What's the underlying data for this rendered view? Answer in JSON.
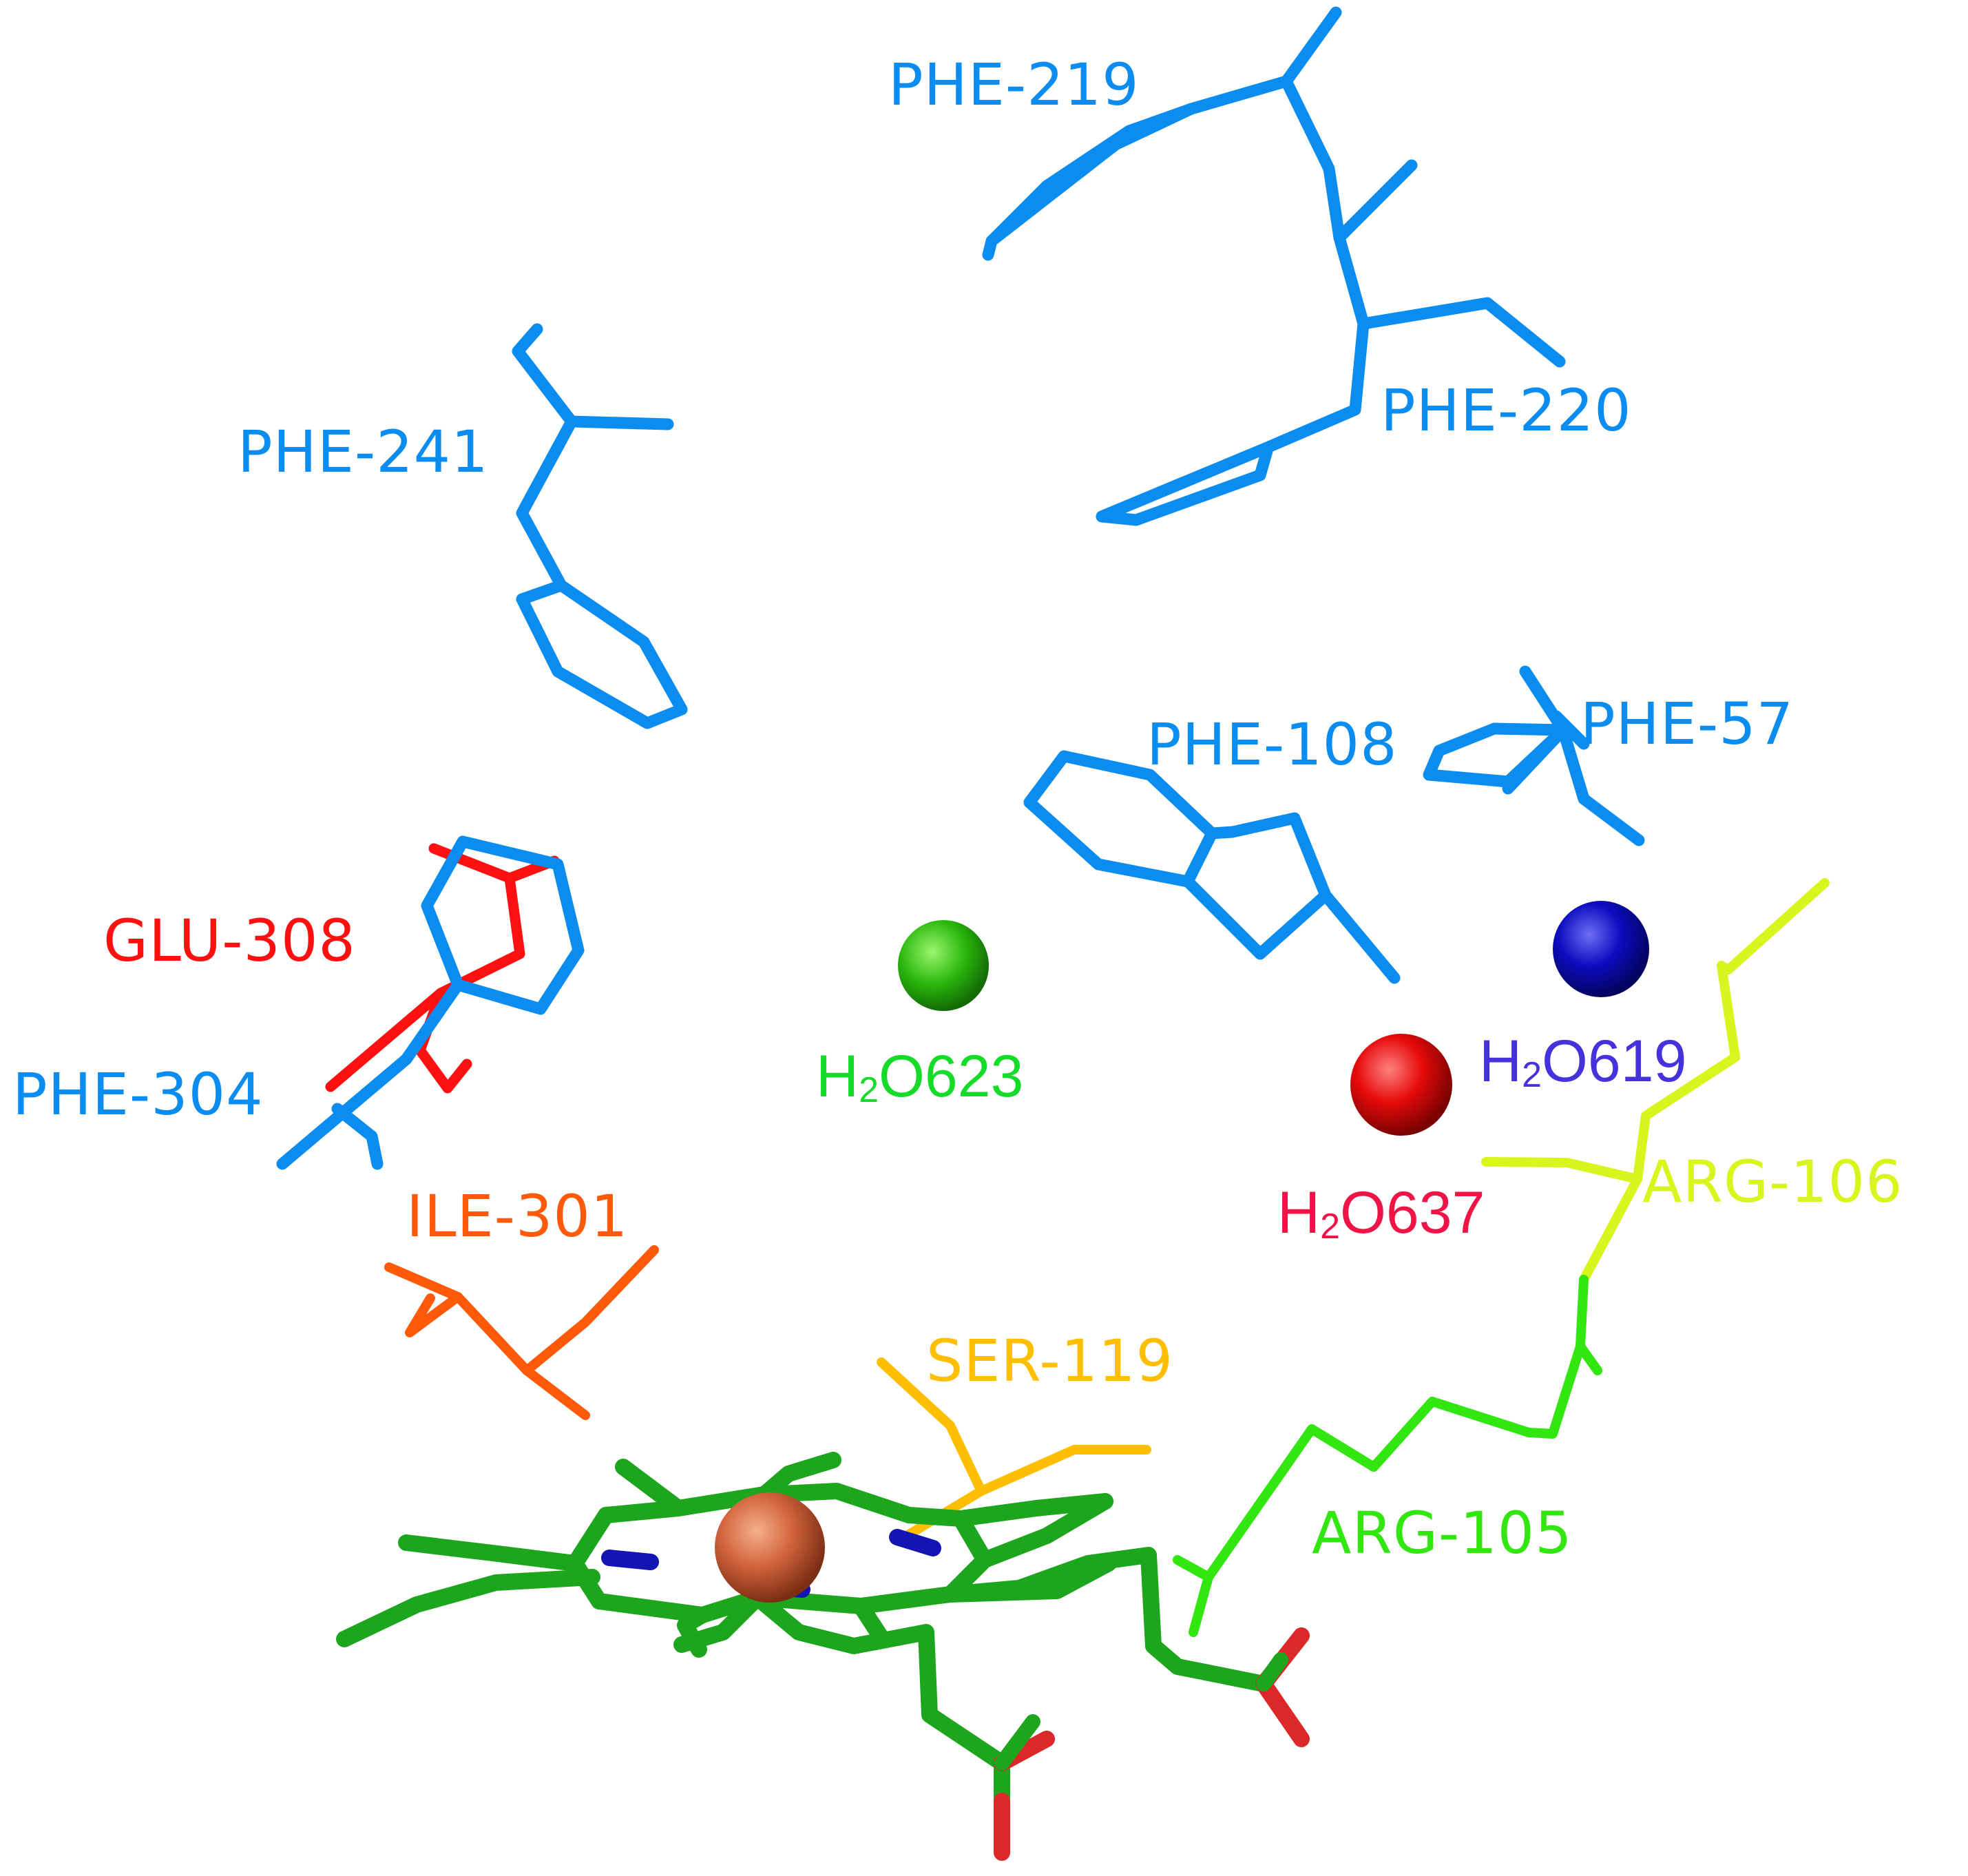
{
  "colors": {
    "phe": "#0a8cf0",
    "glu": "#ff1010",
    "ile": "#ff5a0a",
    "ser": "#ffbf00",
    "arg106": "#d8f51e",
    "arg105": "#32e60f",
    "heme": "#1ea51e",
    "heme_n": "#1414b4",
    "heme_o": "#dc2828",
    "iron": "#d2643c",
    "w623": "#28b80a",
    "w619": "#1008c8",
    "w637": "#e60a0a",
    "label_w623": "#14dc28",
    "label_w619": "#4632dc",
    "label_w637": "#f01446"
  },
  "residues": {
    "phe219": "PHE-219",
    "phe220": "PHE-220",
    "phe241": "PHE-241",
    "phe108": "PHE-108",
    "phe57": "PHE-57",
    "glu308": "GLU-308",
    "phe304": "PHE-304",
    "ile301": "ILE-301",
    "ser119": "SER-119",
    "arg106": "ARG-106",
    "arg105": "ARG-105"
  },
  "waters": {
    "w623": {
      "prefix": "H",
      "sub": "2",
      "suffix": "O623"
    },
    "w619": {
      "prefix": "H",
      "sub": "2",
      "suffix": "O619"
    },
    "w637": {
      "prefix": "H",
      "sub": "2",
      "suffix": "O637"
    }
  }
}
